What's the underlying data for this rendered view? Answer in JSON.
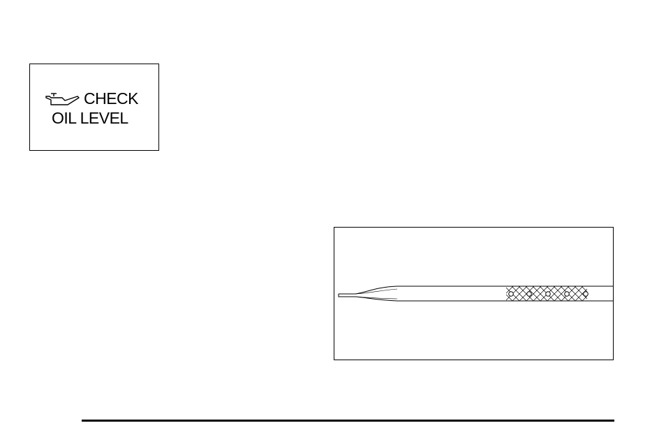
{
  "warning_light": {
    "icon": "oil-can-icon",
    "line1": "CHECK",
    "line2": "OIL LEVEL"
  },
  "dipstick_illustration": {
    "icon": "engine-oil-dipstick",
    "hole_marks_count": 5
  }
}
